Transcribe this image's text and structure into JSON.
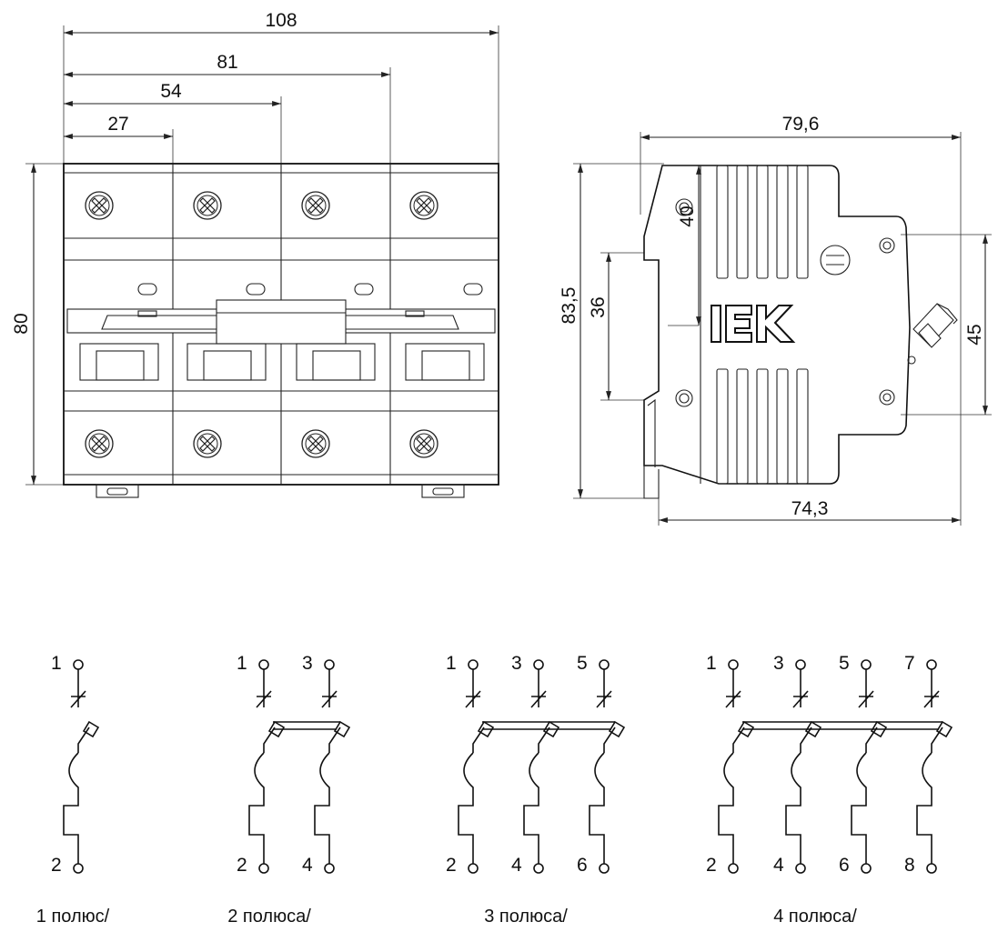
{
  "front_view": {
    "dim_width_total": "108",
    "dim_81": "81",
    "dim_54": "54",
    "dim_27": "27",
    "dim_height": "80"
  },
  "side_view": {
    "dim_width_top": "79,6",
    "dim_width_bottom": "74,3",
    "dim_height_total": "83,5",
    "dim_36": "36",
    "dim_40": "40",
    "dim_45": "45",
    "logo_text": "IEK"
  },
  "schematics": [
    {
      "caption": "1 полюс/",
      "top_terminals": [
        "1"
      ],
      "bottom_terminals": [
        "2"
      ]
    },
    {
      "caption": "2 полюса/",
      "top_terminals": [
        "1",
        "3"
      ],
      "bottom_terminals": [
        "2",
        "4"
      ]
    },
    {
      "caption": "3 полюса/",
      "top_terminals": [
        "1",
        "3",
        "5"
      ],
      "bottom_terminals": [
        "2",
        "4",
        "6"
      ]
    },
    {
      "caption": "4 полюса/",
      "top_terminals": [
        "1",
        "3",
        "5",
        "7"
      ],
      "bottom_terminals": [
        "2",
        "4",
        "6",
        "8"
      ]
    }
  ]
}
